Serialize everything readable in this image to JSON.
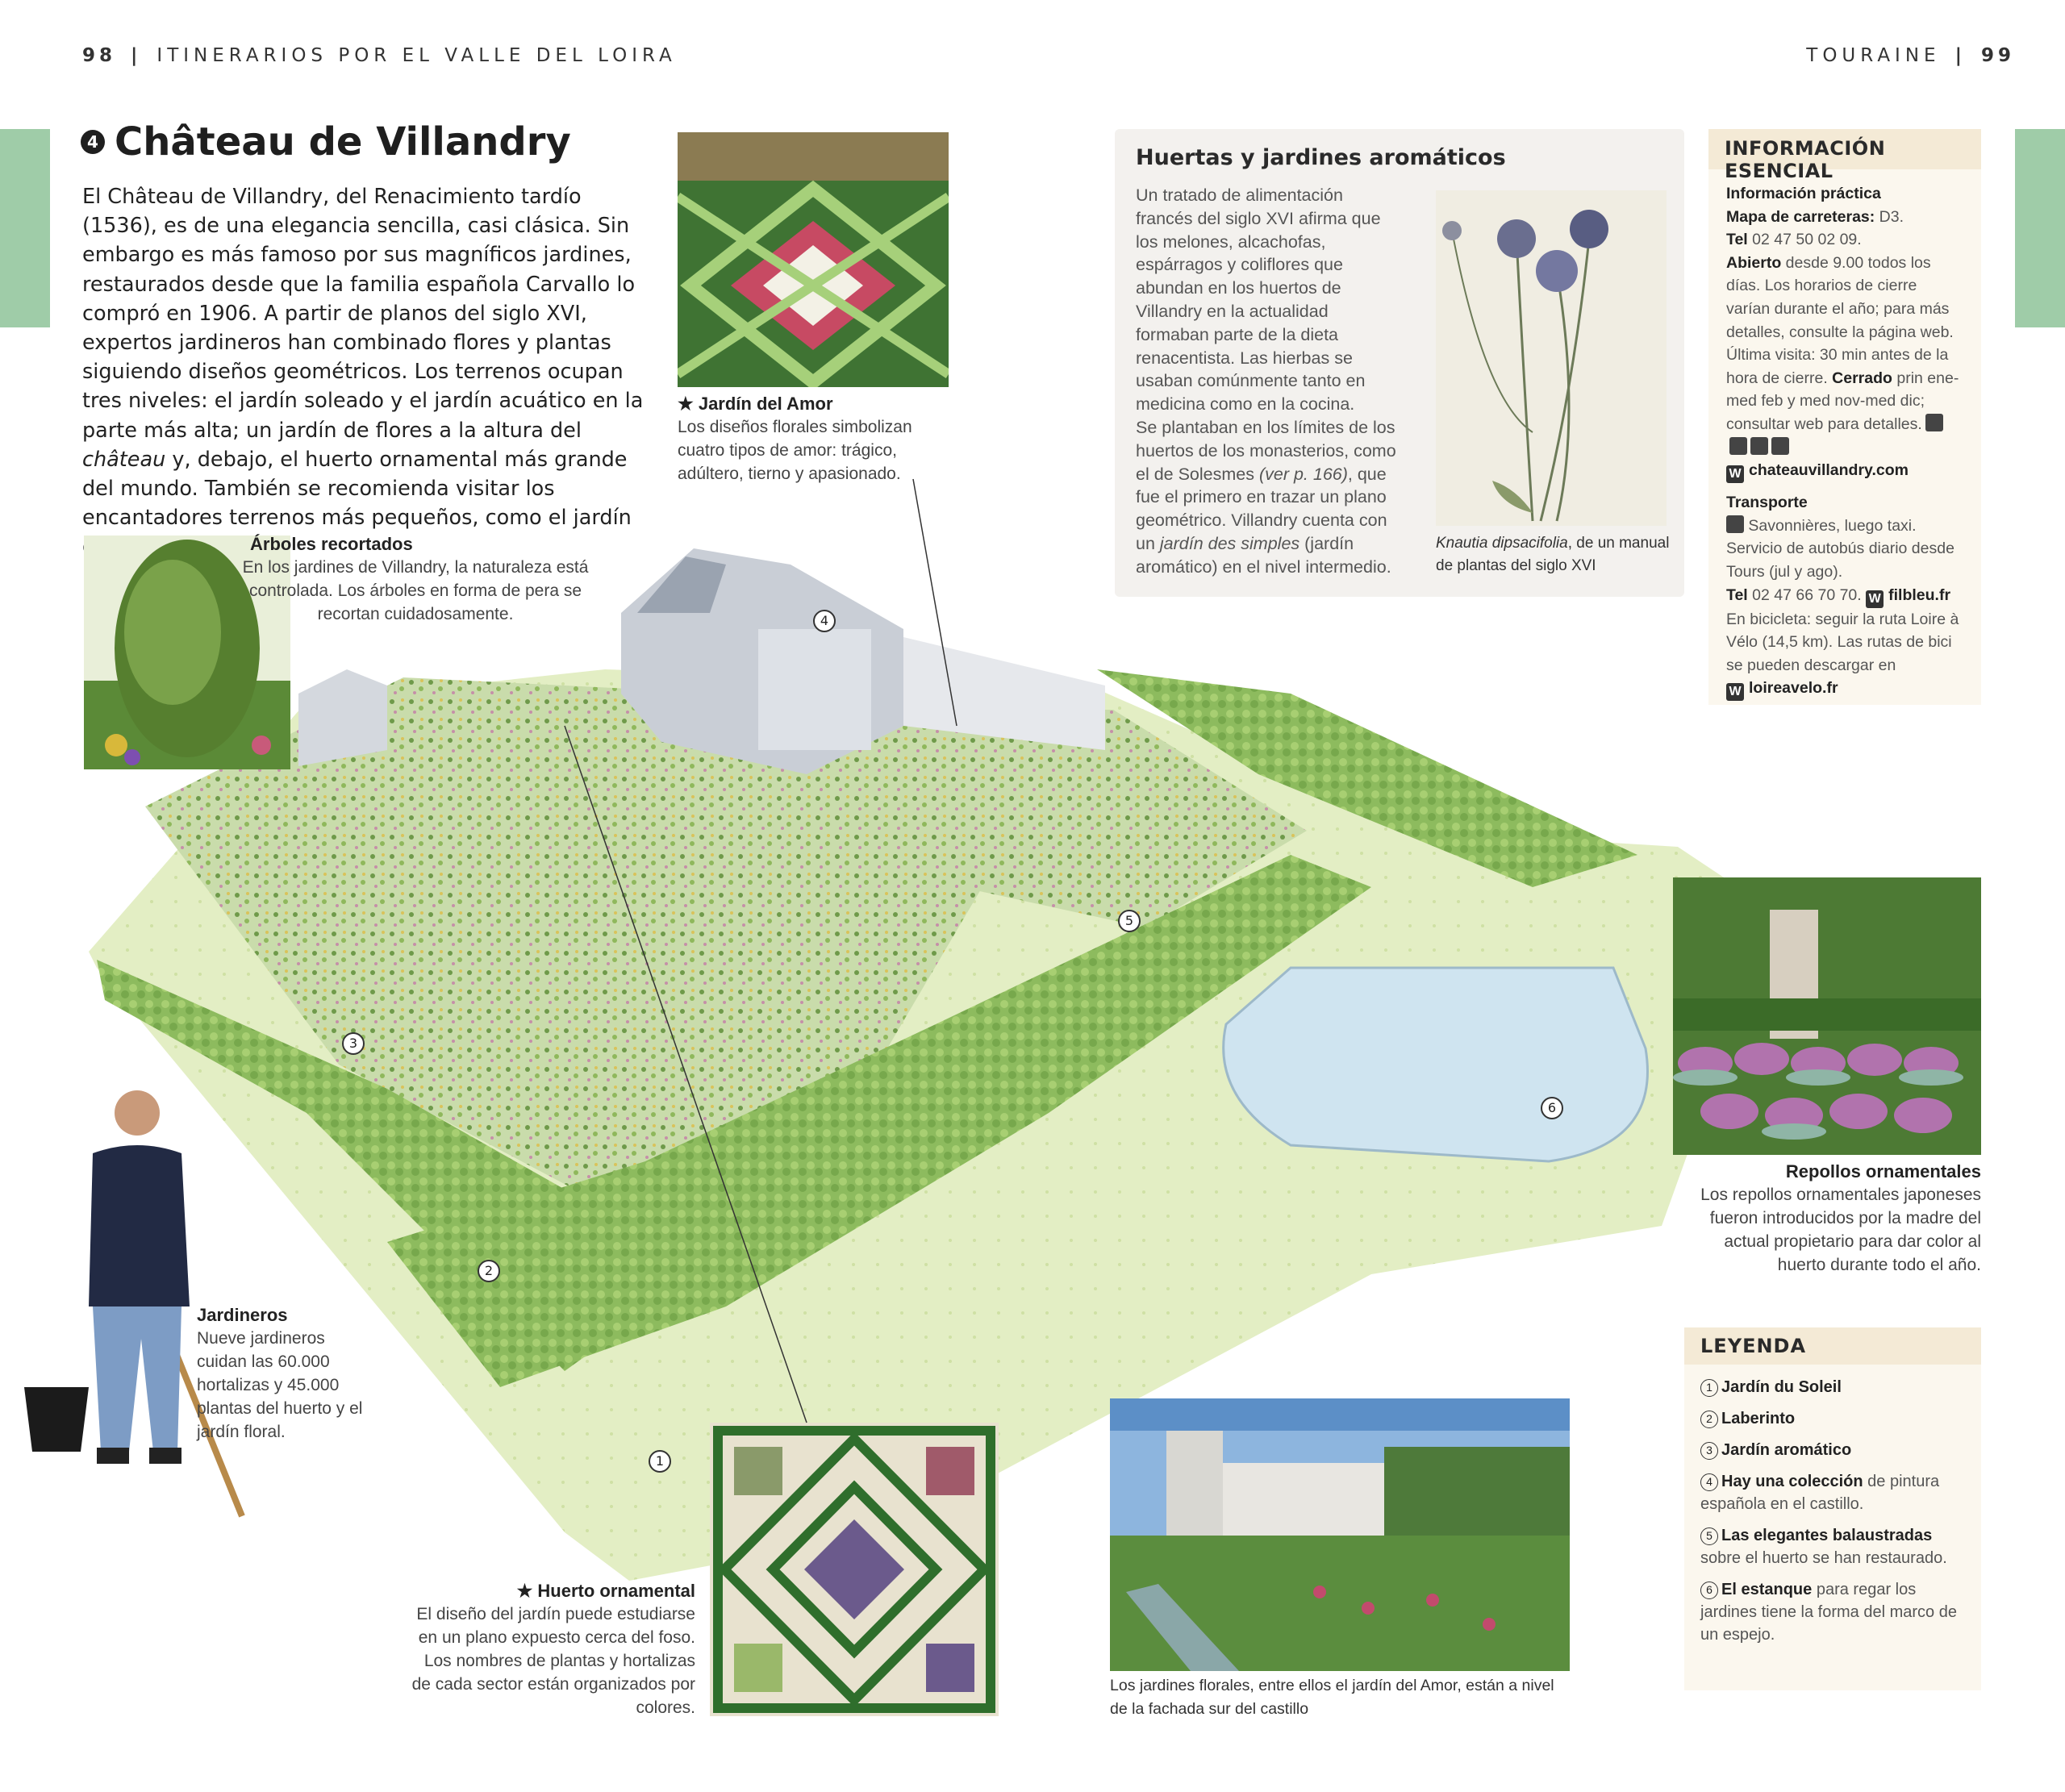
{
  "header": {
    "left_page": "98",
    "left_title": "ITINERARIOS POR EL VALLE DEL LOIRA",
    "right_title": "TOURAINE",
    "right_page": "99"
  },
  "title": {
    "number": "4",
    "text": "Château de Villandry"
  },
  "intro_parts": {
    "a": "El Château de Villandry, del Renacimiento tardío (1536), es de una elegancia sencilla, casi clásica. Sin embargo es más famoso por sus magníficos jardines, restaurados desde que la familia española Carvallo lo compró en 1906. A partir de planos del siglo XVI, expertos jardineros han combinado flores y plantas siguiendo diseños geométricos. Los terrenos ocupan tres niveles: el jardín soleado y el jardín acuático en la parte más alta; un jardín de flores a la altura del ",
    "b": "château",
    "c": " y, debajo, el huerto ornamental más grande del mundo. También se recomienda visitar los encantadores terrenos más pequeños, como el jardín de la Cruz."
  },
  "captions": {
    "amor_title": "★ Jardín del Amor",
    "amor_text": "Los diseños florales simbolizan cuatro tipos de amor: trágico, adúltero, tierno y apasionado.",
    "arboles_title": "Árboles recortados",
    "arboles_text": "En los jardines de Villandry, la naturaleza está controlada. Los árboles en forma de pera se recortan cuidadosamente.",
    "jardineros_title": "Jardineros",
    "jardineros_text": "Nueve jardineros cuidan las 60.000 hortalizas y 45.000 plantas del huerto y el jardín floral.",
    "huerto_title": "★ Huerto ornamental",
    "huerto_text": "El diseño del jardín puede estudiarse en un plano expuesto cerca del foso. Los nombres de plantas y hortalizas de cada sector están organizados por colores.",
    "repollos_title": "Repollos ornamentales",
    "repollos_text": "Los repollos ornamentales japoneses fueron introducidos por la madre del actual propietario para dar color al huerto durante todo el año.",
    "fachada_text": "Los jardines florales, entre ellos el jardín del Amor, están a nivel de la fachada sur del castillo"
  },
  "huertas": {
    "title": "Huertas y jardines aromáticos",
    "p1": "Un tratado de alimentación francés del siglo XVI afirma que los melones, alcachofas, espárragos y coliflores que abundan en los huertos de Villandry en la actualidad formaban parte de la dieta renacentista. Las hierbas se usaban comúnmente tanto en medicina como en la cocina.",
    "p2a": "Se plantaban en los límites de los huertos de los monasterios, como el de Solesmes ",
    "p2b": "(ver p. 166)",
    "p2c": ", que fue el primero en trazar un plano geométrico. Villandry cuenta con un ",
    "p2d": "jardín des simples",
    "p2e": " (jardín aromático) en el nivel intermedio.",
    "plant_caption_a": "Knautia dipsacifolia",
    "plant_caption_b": ", de un manual de plantas del siglo XVI"
  },
  "info": {
    "band": "INFORMACIÓN ESENCIAL",
    "practica": "Información práctica",
    "mapa_label": "Mapa de carreteras:",
    "mapa_value": " D3.",
    "tel_label": "Tel",
    "tel_value": " 02 47 50 02 09.",
    "abierto_label": "Abierto",
    "abierto_value": " desde 9.00 todos los días. Los horarios de cierre varían durante el año; para más detalles, consulte la página web. Última visita: 30 min antes de la hora de cierre. ",
    "cerrado_label": "Cerrado",
    "cerrado_value": " prin ene-med feb y med nov-med dic; consultar web para detalles.",
    "web1": "chateauvillandry.com",
    "transporte": "Transporte",
    "transporte_text": " Savonnières, luego taxi. Servicio de autobús diario desde Tours (jul y ago).",
    "tel2_label": "Tel",
    "tel2_value": " 02 47 66 70 70.",
    "web2": "filbleu.fr",
    "bici_text": "En bicicleta: seguir la ruta Loire à Vélo (14,5 km). Las rutas de bici se pueden descargar en",
    "web3": "loireavelo.fr",
    "w_letter": "W"
  },
  "legend": {
    "title": "LEYENDA",
    "items": [
      {
        "num": "1",
        "bold": "Jardín du Soleil",
        "rest": ""
      },
      {
        "num": "2",
        "bold": "Laberinto",
        "rest": ""
      },
      {
        "num": "3",
        "bold": "Jardín aromático",
        "rest": ""
      },
      {
        "num": "4",
        "bold": "Hay una colección",
        "rest": " de pintura española en el castillo."
      },
      {
        "num": "5",
        "bold": "Las elegantes balaustradas",
        "rest": " sobre el huerto se han restaurado."
      },
      {
        "num": "6",
        "bold": "El estanque",
        "rest": " para regar los jardines tiene la forma del marco de un espejo."
      }
    ]
  },
  "markers": [
    "1",
    "2",
    "3",
    "4",
    "5",
    "6"
  ],
  "colors": {
    "tab_green": "#9fcca8",
    "box_bg": "#f3f1ee",
    "info_bg": "#fbf7ee",
    "info_band": "#f4ead6"
  }
}
